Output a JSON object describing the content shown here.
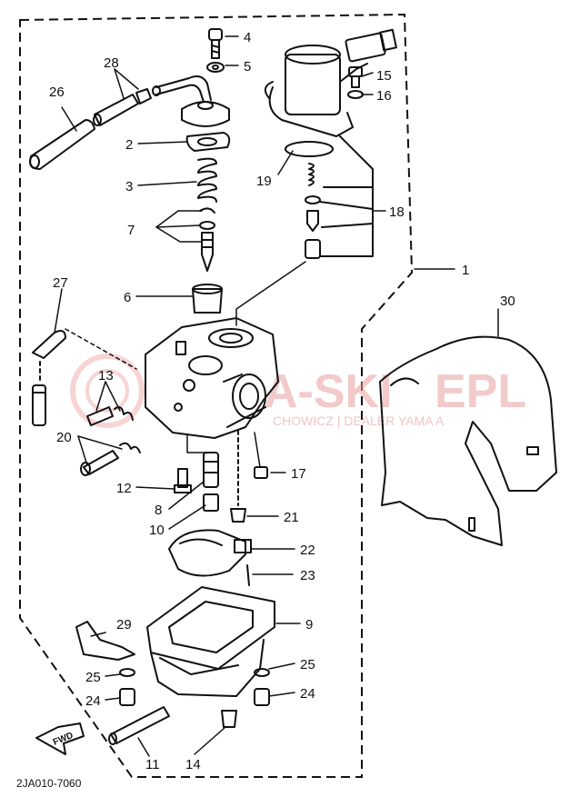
{
  "diagram": {
    "watermark_main": "A-SKI",
    "watermark_main_right": "EPL",
    "watermark_sub": "CHOWICZ | DEALER YAMA  A",
    "drawing_code": "2JA010-7060",
    "fwd_label": "FWD",
    "callouts": [
      {
        "id": "c4",
        "text": "4"
      },
      {
        "id": "c5",
        "text": "5"
      },
      {
        "id": "c28",
        "text": "28"
      },
      {
        "id": "c26",
        "text": "26"
      },
      {
        "id": "c2",
        "text": "2"
      },
      {
        "id": "c3",
        "text": "3"
      },
      {
        "id": "c7",
        "text": "7"
      },
      {
        "id": "c6",
        "text": "6"
      },
      {
        "id": "c27",
        "text": "27"
      },
      {
        "id": "c13",
        "text": "13"
      },
      {
        "id": "c20",
        "text": "20"
      },
      {
        "id": "c12",
        "text": "12"
      },
      {
        "id": "c8",
        "text": "8"
      },
      {
        "id": "c10",
        "text": "10"
      },
      {
        "id": "c15",
        "text": "15"
      },
      {
        "id": "c16",
        "text": "16"
      },
      {
        "id": "c19",
        "text": "19"
      },
      {
        "id": "c18",
        "text": "18"
      },
      {
        "id": "c1",
        "text": "1"
      },
      {
        "id": "c30",
        "text": "30"
      },
      {
        "id": "c17",
        "text": "17"
      },
      {
        "id": "c21",
        "text": "21"
      },
      {
        "id": "c22",
        "text": "22"
      },
      {
        "id": "c23",
        "text": "23"
      },
      {
        "id": "c9",
        "text": "9"
      },
      {
        "id": "c29",
        "text": "29"
      },
      {
        "id": "c25a",
        "text": "25"
      },
      {
        "id": "c25b",
        "text": "25"
      },
      {
        "id": "c24a",
        "text": "24"
      },
      {
        "id": "c24b",
        "text": "24"
      },
      {
        "id": "c11",
        "text": "11"
      },
      {
        "id": "c14",
        "text": "14"
      }
    ]
  }
}
